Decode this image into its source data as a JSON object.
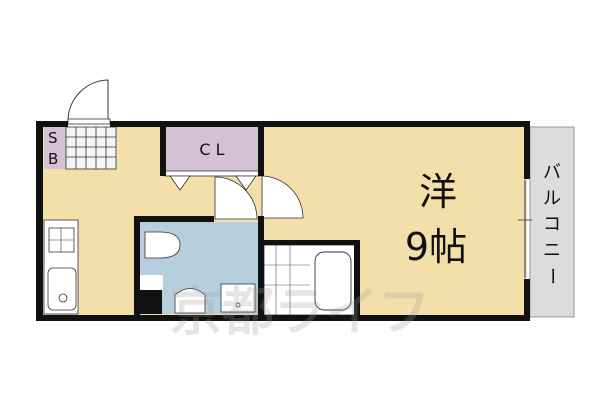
{
  "floorplan": {
    "rooms": {
      "western_room": {
        "kanji": "洋",
        "size": "9帖"
      },
      "closet": {
        "label": "C L"
      },
      "shoe_box": {
        "line1": "S",
        "line2": "B"
      },
      "balcony": {
        "chars": [
          "バ",
          "ル",
          "コ",
          "ニ",
          "ー"
        ]
      }
    },
    "watermark": {
      "text": "京都ライフ"
    },
    "colors": {
      "floor": "#f2dfaa",
      "closet": "#d6c0d4",
      "wet_area": "#b7cfdd",
      "balcony": "#dcdcdc",
      "wall": "#111111"
    }
  }
}
